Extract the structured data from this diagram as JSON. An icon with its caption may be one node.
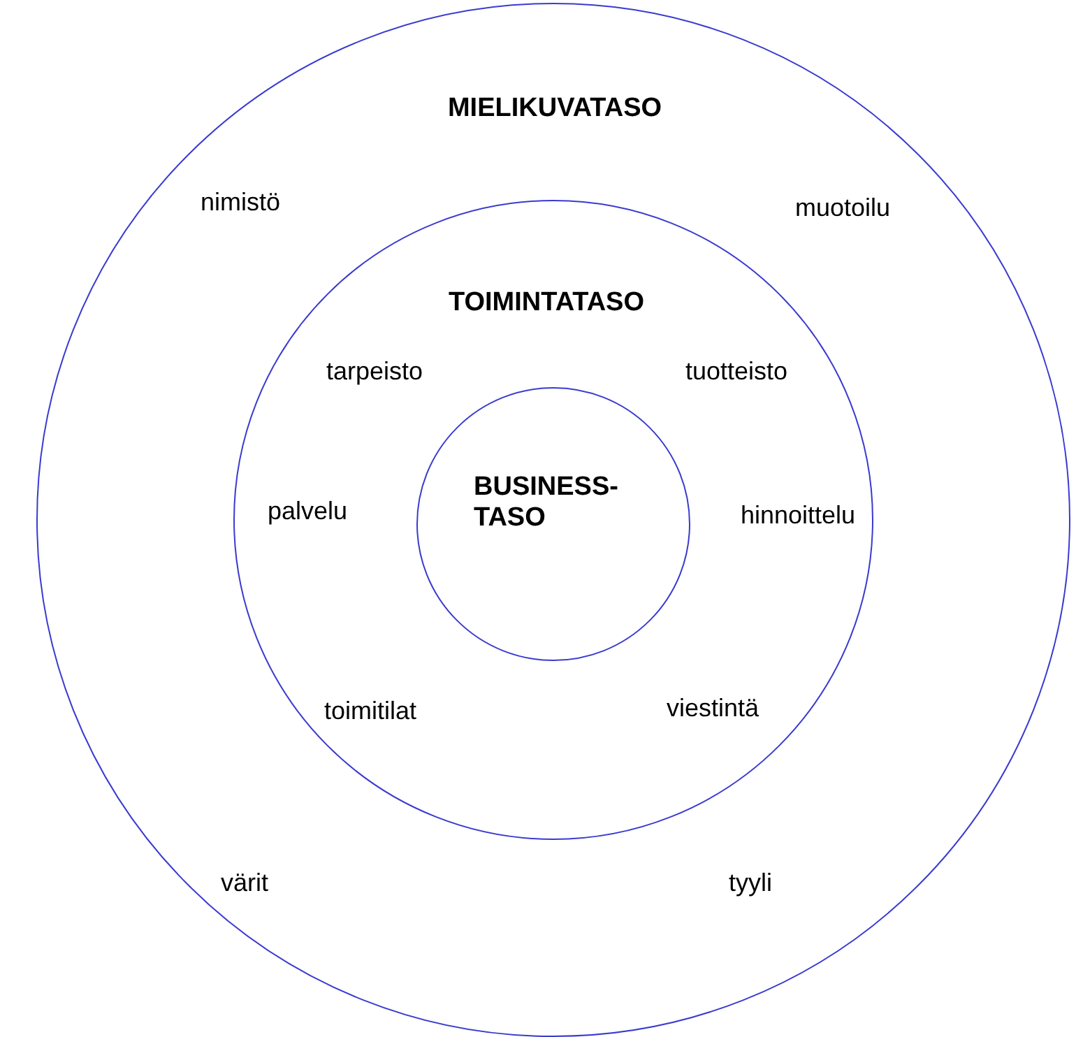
{
  "diagram": {
    "nodes": [
      {
        "text": [
          "MIELIKUVATASO"
        ]
      },
      {
        "text": [
          "TOIMINTATASO"
        ],
        "in": 0
      },
      {
        "text": [
          "BUSINESS- TASO"
        ],
        "in": 1
      }
    ],
    "labels": [
      "nimistö",
      "muotoilu",
      "tarpeisto",
      "tuotteisto",
      "palvelu",
      "hinnoittelu",
      "toimitilat",
      "viestintä",
      "värit",
      "tyyli"
    ]
  }
}
